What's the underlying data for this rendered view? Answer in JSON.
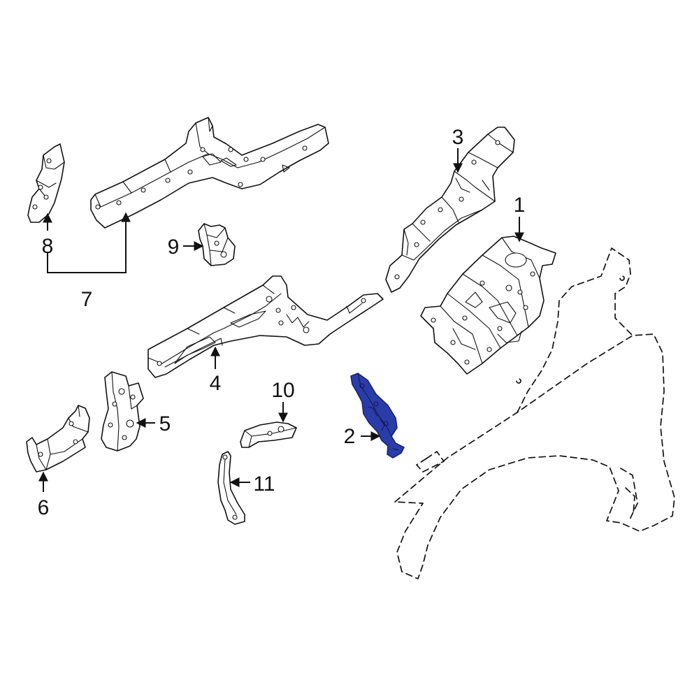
{
  "accent_color": "#2a3ca8",
  "callouts": {
    "c1": "1",
    "c2": "2",
    "c3": "3",
    "c4": "4",
    "c5": "5",
    "c6": "6",
    "c7": "7",
    "c8": "8",
    "c9": "9",
    "c10": "10",
    "c11": "11"
  }
}
